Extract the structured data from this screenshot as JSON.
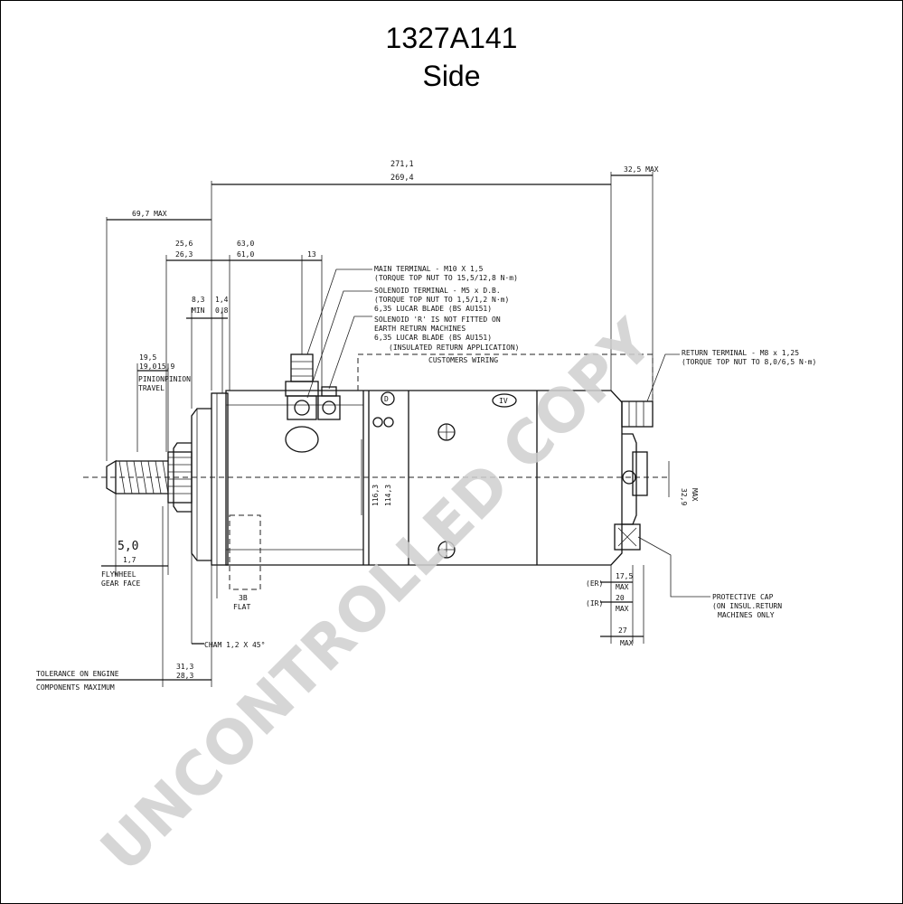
{
  "header": {
    "title": "1327A141",
    "subtitle": "Side"
  },
  "dimensions": {
    "overall_length": [
      "271,1",
      "269,4"
    ],
    "max_right": "32,5 MAX",
    "max_left": "69,7 MAX",
    "d_25": [
      "25,6",
      "26,3"
    ],
    "d_63": [
      "63,0",
      "61,0"
    ],
    "d_13": "13",
    "d_83": [
      "8,3",
      "MIN"
    ],
    "d_14": [
      "1,4",
      "0,8"
    ],
    "d_195": [
      "19,5",
      "19,0"
    ],
    "d_159": "15,9",
    "pinion": [
      "PINION",
      "TRAVEL"
    ],
    "pinion_b": "PINION",
    "d_50": [
      "5,0",
      "1,7"
    ],
    "flywheel": [
      "FLYWHEEL",
      "GEAR FACE"
    ],
    "cham": "CHAM 1,2 X 45°",
    "flat": [
      "3B",
      "FLAT"
    ],
    "tolerance": [
      "TOLERANCE ON ENGINE",
      "COMPONENTS MAXIMUM"
    ],
    "d_313": [
      "31,3",
      "28,3"
    ],
    "d_116": [
      "116,3",
      "114,3"
    ],
    "d_329": [
      "32,9",
      "MAX"
    ],
    "er": "(ER)",
    "ir": "(IR)",
    "d_175": [
      "17,5",
      "MAX"
    ],
    "d_20": [
      "20",
      "MAX"
    ],
    "d_27": [
      "27",
      "MAX"
    ]
  },
  "notes": {
    "main_terminal": [
      "MAIN TERMINAL - M10 X 1,5",
      "(TORQUE TOP NUT TO 15,5/12,8 N·m)"
    ],
    "solenoid_terminal": [
      "SOLENOID TERMINAL - M5 x D.B.",
      "(TORQUE TOP NUT TO 1,5/1,2 N·m)",
      "6,35 LUCAR BLADE (BS AU151)"
    ],
    "solenoid_r": [
      "SOLENOID 'R' IS NOT FITTED ON",
      "EARTH RETURN MACHINES",
      "6,35 LUCAR BLADE (BS AU151)"
    ],
    "insulated": "(INSULATED RETURN APPLICATION)",
    "customers_wiring": "CUSTOMERS WIRING",
    "return_terminal": [
      "RETURN TERMINAL - M8 x 1,25",
      "(TORQUE TOP NUT TO 8,0/6,5 N·m)"
    ],
    "protective_cap": [
      "PROTECTIVE CAP",
      "(ON INSUL.RETURN",
      "MACHINES ONLY"
    ]
  },
  "markings": {
    "body_label": "IV",
    "left_label": "D"
  },
  "watermark": "UNCONTROLLED COPY",
  "colors": {
    "line": "#111111",
    "watermark": "#cfcfcf"
  }
}
